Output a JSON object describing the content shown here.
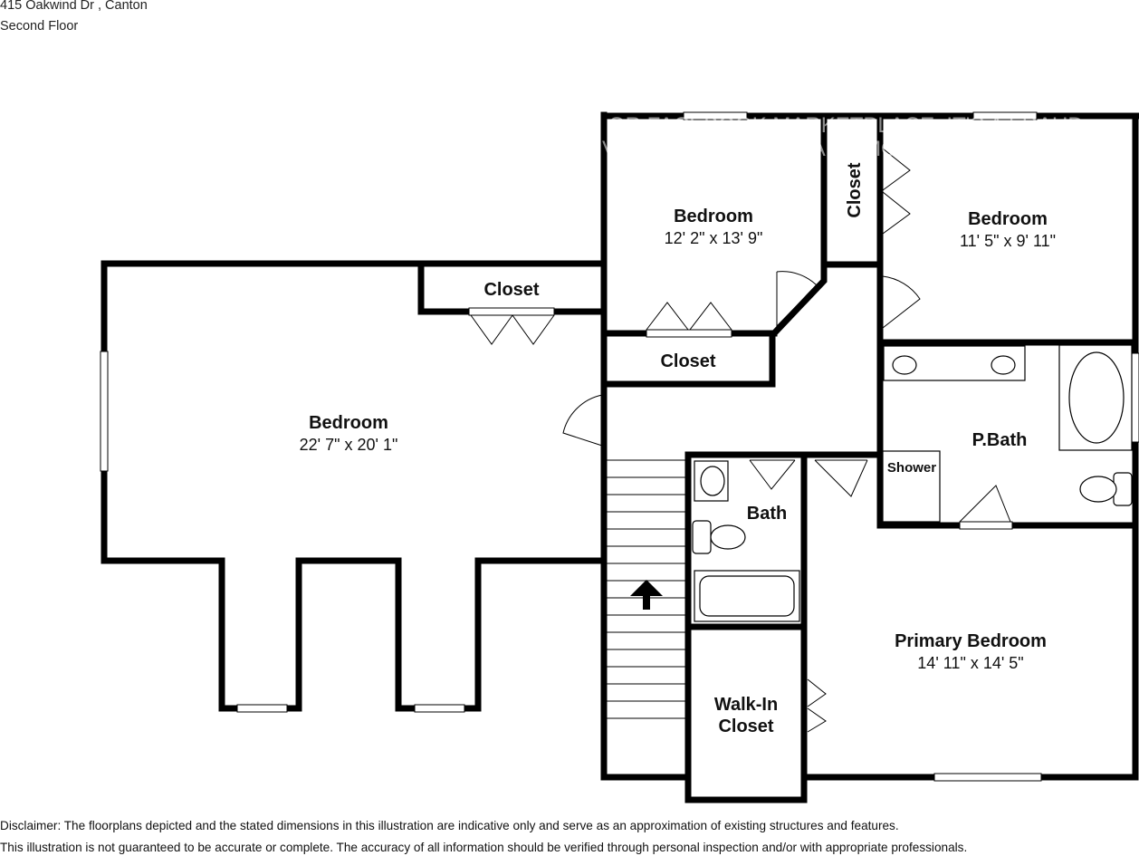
{
  "header": {
    "address": "415 Oakwind Dr , Canton",
    "floor": "Second Floor"
  },
  "watermark": {
    "line1": "OR FACEBOOK MARKETPLACE, IT'S A FRAUD",
    "line2": "VISIT ZILLOW TO LEARN MORE"
  },
  "rooms": {
    "bedroom_large": {
      "name": "Bedroom",
      "dims": "22' 7\" x 20' 1\""
    },
    "bedroom_middle": {
      "name": "Bedroom",
      "dims": "12' 2\" x 13' 9\""
    },
    "bedroom_right": {
      "name": "Bedroom",
      "dims": "11' 5\" x 9' 11\""
    },
    "primary_bedroom": {
      "name": "Primary Bedroom",
      "dims": "14' 11\" x 14' 5\""
    },
    "closet_left": {
      "name": "Closet"
    },
    "closet_middle": {
      "name": "Closet"
    },
    "closet_vertical": {
      "name": "Closet"
    },
    "walkin_closet": {
      "line1": "Walk-In",
      "line2": "Closet"
    },
    "bath": {
      "name": "Bath"
    },
    "p_bath": {
      "name": "P.Bath"
    },
    "shower": {
      "name": "Shower"
    }
  },
  "disclaimer": {
    "line1": "Disclaimer: The floorplans depicted and the stated dimensions in this illustration are indicative only and serve as an approximation of existing structures and features.",
    "line2": "This illustration is not guaranteed to be accurate or complete. The accuracy of all information should be verified through personal inspection and/or with appropriate professionals."
  }
}
